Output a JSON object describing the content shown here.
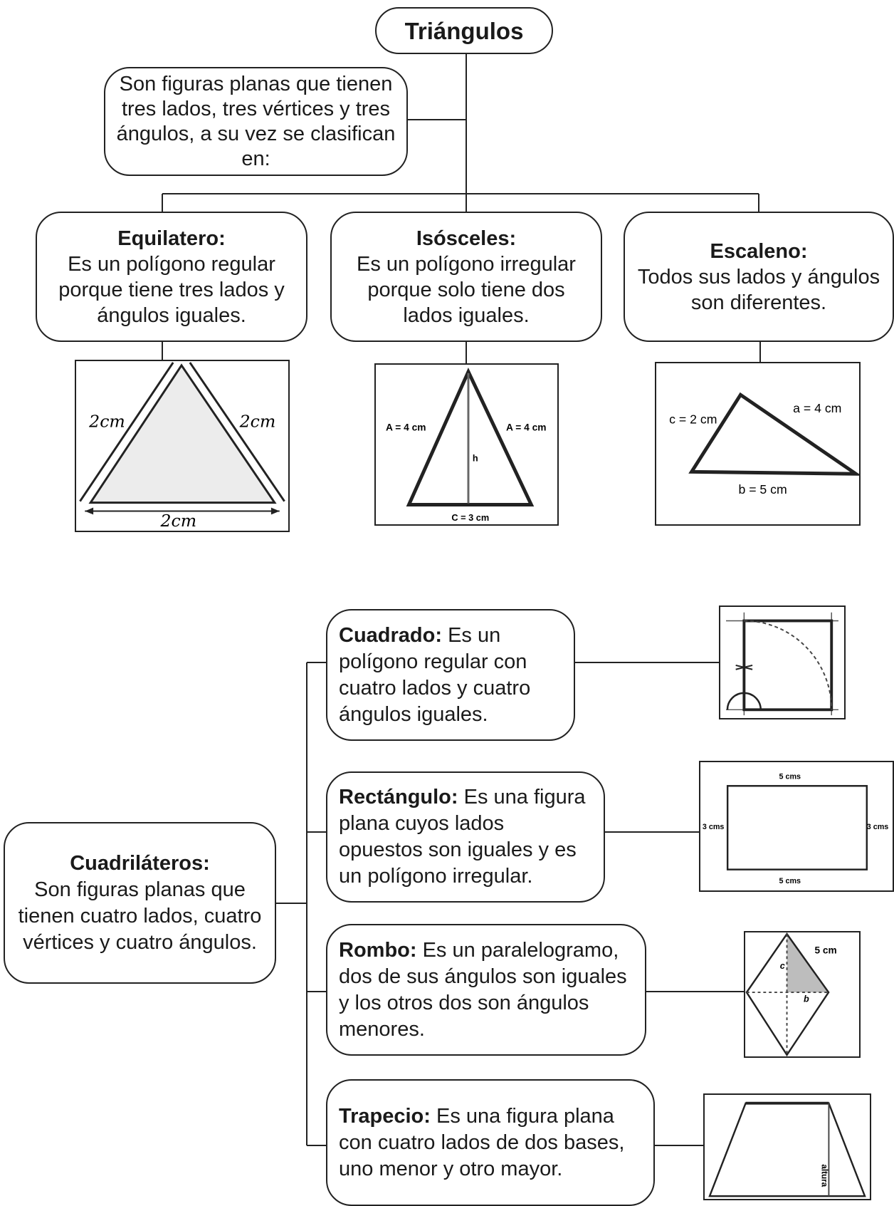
{
  "root": {
    "title": "Triángulos"
  },
  "intro": {
    "text": "Son figuras planas que tienen tres lados, tres vértices y tres ángulos, a su vez se clasifican en:"
  },
  "triangles": [
    {
      "name": "Equilatero:",
      "desc": "Es un polígono regular porque tiene tres lados y ángulos iguales.",
      "figure": {
        "labels": [
          "2cm",
          "2cm",
          "2cm"
        ]
      }
    },
    {
      "name": "Isósceles:",
      "desc": "Es un polígono irregular porque solo tiene dos lados iguales.",
      "figure": {
        "labels": [
          "A = 4 cm",
          "A = 4 cm",
          "h",
          "C = 3 cm"
        ]
      }
    },
    {
      "name": "Escaleno:",
      "desc": "Todos sus lados y ángulos son diferentes.",
      "figure": {
        "labels": [
          "c = 2 cm",
          "a = 4 cm",
          "b = 5 cm"
        ]
      }
    }
  ],
  "quad_root": {
    "name": "Cuadriláteros:",
    "desc": "Son figuras planas que tienen cuatro lados, cuatro vértices y cuatro ángulos."
  },
  "quads": [
    {
      "name": "Cuadrado:",
      "desc": "Es un polígono regular con cuatro lados y cuatro ángulos iguales.",
      "figure": {
        "labels": []
      }
    },
    {
      "name": "Rectángulo:",
      "desc": "Es una figura plana cuyos lados opuestos son iguales y es un polígono irregular.",
      "figure": {
        "labels": [
          "5 cms",
          "3 cms",
          "3 cms",
          "5 cms"
        ]
      }
    },
    {
      "name": "Rombo:",
      "desc": "Es un paralelogramo, dos de sus ángulos son iguales y los otros dos son ángulos menores.",
      "figure": {
        "labels": [
          "5 cm",
          "c",
          "b"
        ]
      }
    },
    {
      "name": "Trapecio:",
      "desc": "Es una figura plana con cuatro lados de dos bases, uno menor y otro mayor.",
      "figure": {
        "labels": [
          "altura"
        ]
      }
    }
  ]
}
